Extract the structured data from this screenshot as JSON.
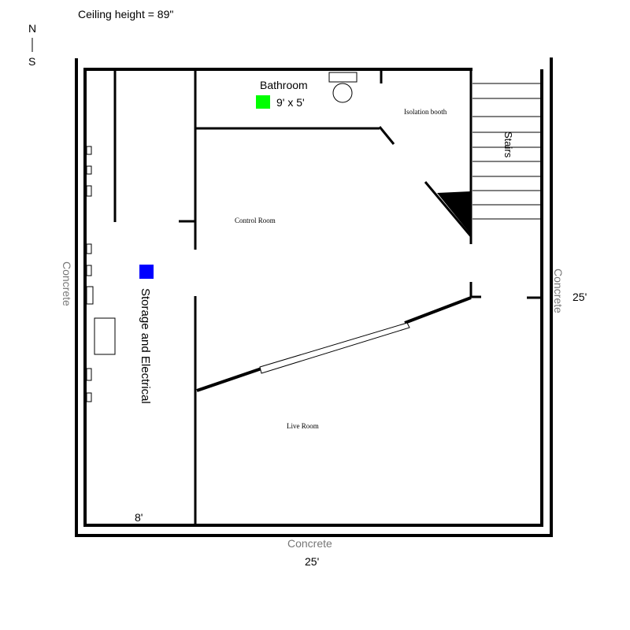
{
  "header": {
    "ceiling": "Ceiling height = 89\""
  },
  "compass": {
    "north": "N",
    "south": "S"
  },
  "rooms": {
    "bathroom": "Bathroom",
    "bathroom_size": "9' x 5'",
    "isolation_booth": "Isolation booth",
    "stairs": "Stairs",
    "control_room": "Control Room",
    "storage": "Storage and Electrical",
    "live_room": "Live Room"
  },
  "walls": {
    "left": "Concrete",
    "right": "Concrete",
    "bottom": "Concrete"
  },
  "dimensions": {
    "storage_width": "8'",
    "right_length": "25'",
    "bottom_length": "25'"
  },
  "colors": {
    "bathroom_marker": "#00ff00",
    "storage_marker": "#0000ff",
    "wall": "#000000",
    "concrete_label": "#777777"
  }
}
